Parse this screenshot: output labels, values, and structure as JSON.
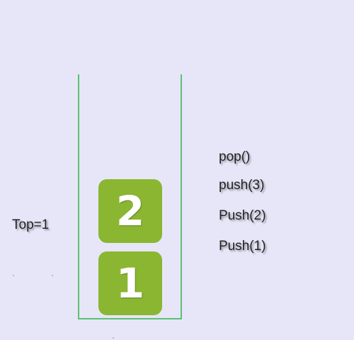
{
  "stack": {
    "top_label": "Top=1",
    "blocks": [
      {
        "value": "2"
      },
      {
        "value": "1"
      }
    ]
  },
  "operations": [
    "pop()",
    "push(3)",
    "Push(2)",
    "Push(1)"
  ],
  "colors": {
    "background": "#e6e6f8",
    "container_border": "#5cc073",
    "block_fill": "#8ab631",
    "block_text": "#ffffff"
  }
}
